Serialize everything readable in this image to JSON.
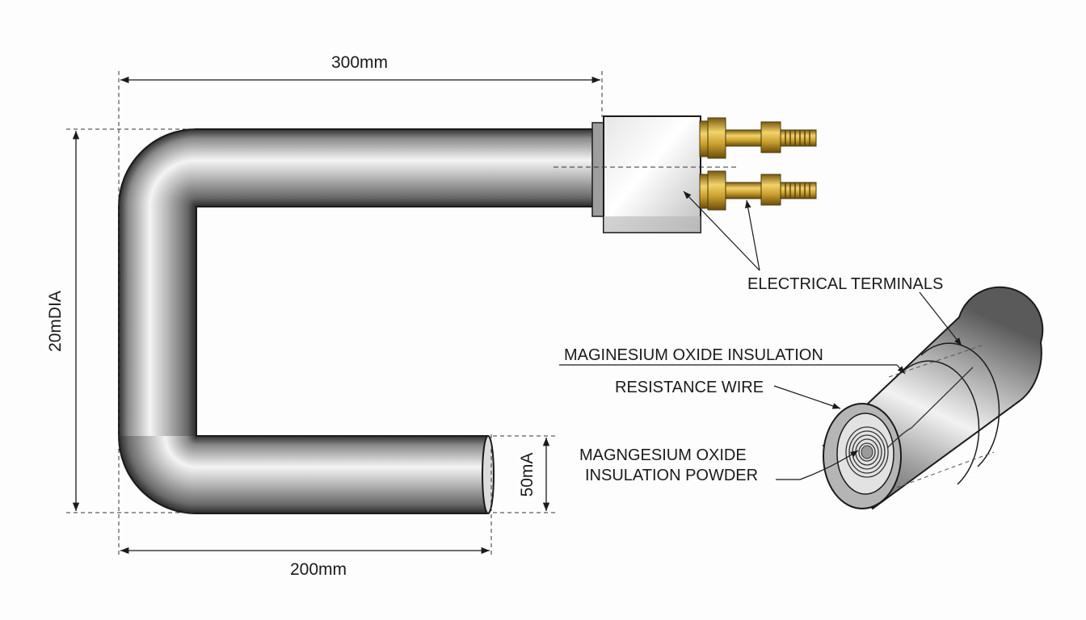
{
  "dimensions": {
    "top_length": "300mm",
    "bottom_length": "200mm",
    "height": "20mDIA",
    "end_height": "50mA"
  },
  "callouts": {
    "terminals": "ELECTRICAL TERMINALS",
    "insulation": "MAGINESIUM OXIDE INSULATION",
    "wire": "RESISTANCE WIRE",
    "powder_line1": "MAGNGESIUM OXIDE",
    "powder_line2": "INSULATION POWDER"
  },
  "colors": {
    "tube_dark": "#3a3a3a",
    "tube_mid": "#a9a9a9",
    "tube_light": "#f2f2f2",
    "brass": "#c9a030",
    "line": "#1a1a1a"
  }
}
